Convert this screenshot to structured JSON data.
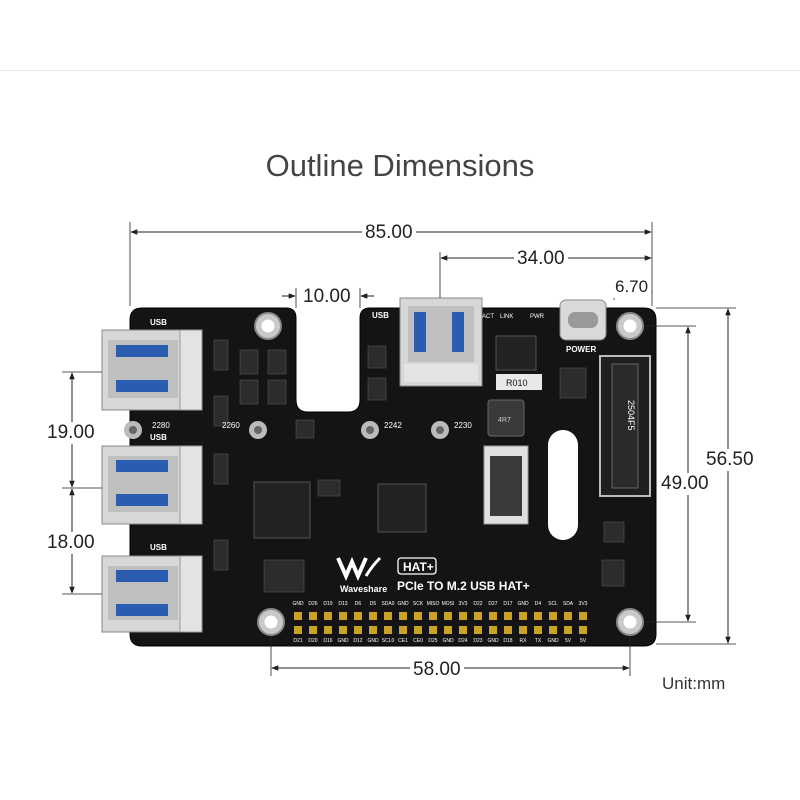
{
  "page": {
    "title": "Outline Dimensions",
    "unit": "Unit:mm"
  },
  "dimensions": {
    "width_total": "85.00",
    "port_offset": "34.00",
    "slot_width": "10.00",
    "corner_offset": "6.70",
    "height_total": "56.50",
    "hole_spacing_v": "49.00",
    "usb_pitch_1": "19.00",
    "usb_pitch_2": "18.00",
    "hole_spacing_h": "58.00"
  },
  "board": {
    "product_name": "PCIe TO M.2 USB HAT+",
    "brand": "Waveshare",
    "badge": "HAT+",
    "usb_label": "USB",
    "power_label": "POWER",
    "m2_sizes": [
      "2280",
      "2260",
      "2242",
      "2230"
    ],
    "m2_part": "2504F5",
    "inductor_label": "4R7",
    "resistor_label": "R010",
    "led_labels": [
      "ACT",
      "LINK",
      "PWR"
    ],
    "gpio_top": [
      "GND",
      "D26",
      "D19",
      "D13",
      "D6",
      "D5",
      "SDA0",
      "GND",
      "SCK",
      "MISO",
      "MOSI",
      "3V3",
      "D22",
      "D27",
      "D17",
      "GND",
      "D4",
      "SCL",
      "SDA",
      "3V3"
    ],
    "gpio_bottom": [
      "D21",
      "D20",
      "D16",
      "GND",
      "D12",
      "GND",
      "SCL0",
      "CE1",
      "CE0",
      "D25",
      "GND",
      "D24",
      "D23",
      "GND",
      "D18",
      "RX",
      "TX",
      "GND",
      "5V",
      "5V"
    ]
  }
}
